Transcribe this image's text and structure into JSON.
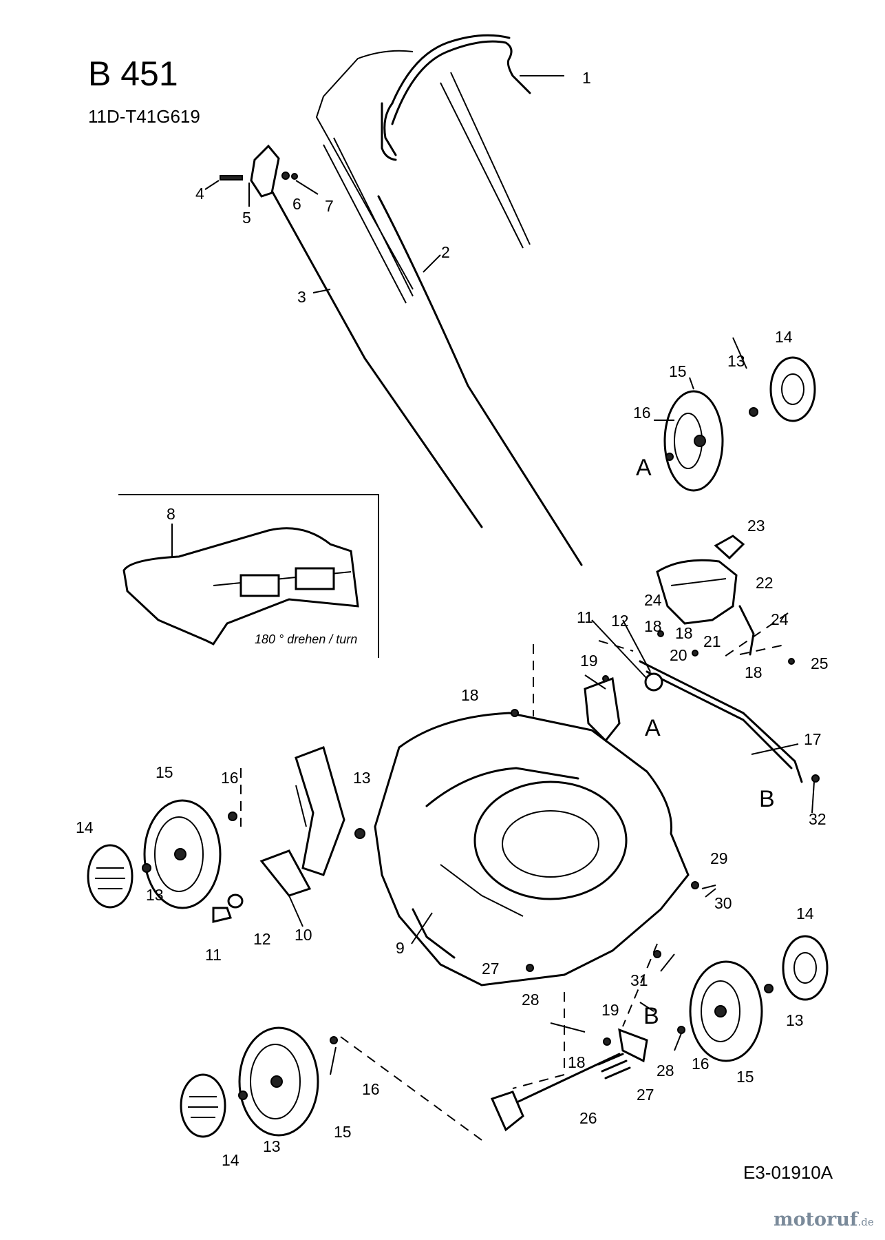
{
  "header": {
    "title": "B 451",
    "subtitle": "11D-T41G619"
  },
  "footer": {
    "drawing_code": "E3-01910A",
    "watermark_main": "motoruf",
    "watermark_tld": ".de"
  },
  "inset": {
    "note": "180 ° drehen / turn"
  },
  "callouts": [
    {
      "id": "c1",
      "label": "1"
    },
    {
      "id": "c2",
      "label": "2"
    },
    {
      "id": "c3",
      "label": "3"
    },
    {
      "id": "c4",
      "label": "4"
    },
    {
      "id": "c5",
      "label": "5"
    },
    {
      "id": "c6",
      "label": "6"
    },
    {
      "id": "c7",
      "label": "7"
    },
    {
      "id": "c8",
      "label": "8"
    },
    {
      "id": "c9",
      "label": "9"
    },
    {
      "id": "c10",
      "label": "10"
    },
    {
      "id": "c11a",
      "label": "11"
    },
    {
      "id": "c11b",
      "label": "11"
    },
    {
      "id": "c12a",
      "label": "12"
    },
    {
      "id": "c12b",
      "label": "12"
    },
    {
      "id": "c13a",
      "label": "13"
    },
    {
      "id": "c13b",
      "label": "13"
    },
    {
      "id": "c13c",
      "label": "13"
    },
    {
      "id": "c13d",
      "label": "13"
    },
    {
      "id": "c13e",
      "label": "13"
    },
    {
      "id": "c14a",
      "label": "14"
    },
    {
      "id": "c14b",
      "label": "14"
    },
    {
      "id": "c14c",
      "label": "14"
    },
    {
      "id": "c14d",
      "label": "14"
    },
    {
      "id": "c15a",
      "label": "15"
    },
    {
      "id": "c15b",
      "label": "15"
    },
    {
      "id": "c15c",
      "label": "15"
    },
    {
      "id": "c15d",
      "label": "15"
    },
    {
      "id": "c16a",
      "label": "16"
    },
    {
      "id": "c16b",
      "label": "16"
    },
    {
      "id": "c16c",
      "label": "16"
    },
    {
      "id": "c16d",
      "label": "16"
    },
    {
      "id": "c17",
      "label": "17"
    },
    {
      "id": "c18a",
      "label": "18"
    },
    {
      "id": "c18b",
      "label": "18"
    },
    {
      "id": "c18c",
      "label": "18"
    },
    {
      "id": "c18d",
      "label": "18"
    },
    {
      "id": "c18e",
      "label": "18"
    },
    {
      "id": "c19a",
      "label": "19"
    },
    {
      "id": "c19b",
      "label": "19"
    },
    {
      "id": "c20",
      "label": "20"
    },
    {
      "id": "c21",
      "label": "21"
    },
    {
      "id": "c22",
      "label": "22"
    },
    {
      "id": "c23",
      "label": "23"
    },
    {
      "id": "c24a",
      "label": "24"
    },
    {
      "id": "c24b",
      "label": "24"
    },
    {
      "id": "c25",
      "label": "25"
    },
    {
      "id": "c26",
      "label": "26"
    },
    {
      "id": "c27a",
      "label": "27"
    },
    {
      "id": "c27b",
      "label": "27"
    },
    {
      "id": "c28a",
      "label": "28"
    },
    {
      "id": "c28b",
      "label": "28"
    },
    {
      "id": "c29",
      "label": "29"
    },
    {
      "id": "c30",
      "label": "30"
    },
    {
      "id": "c31",
      "label": "31"
    },
    {
      "id": "c32",
      "label": "32"
    }
  ],
  "connection_letters": [
    {
      "id": "la1",
      "label": "A"
    },
    {
      "id": "la2",
      "label": "A"
    },
    {
      "id": "lb1",
      "label": "B"
    },
    {
      "id": "lb2",
      "label": "B"
    }
  ]
}
